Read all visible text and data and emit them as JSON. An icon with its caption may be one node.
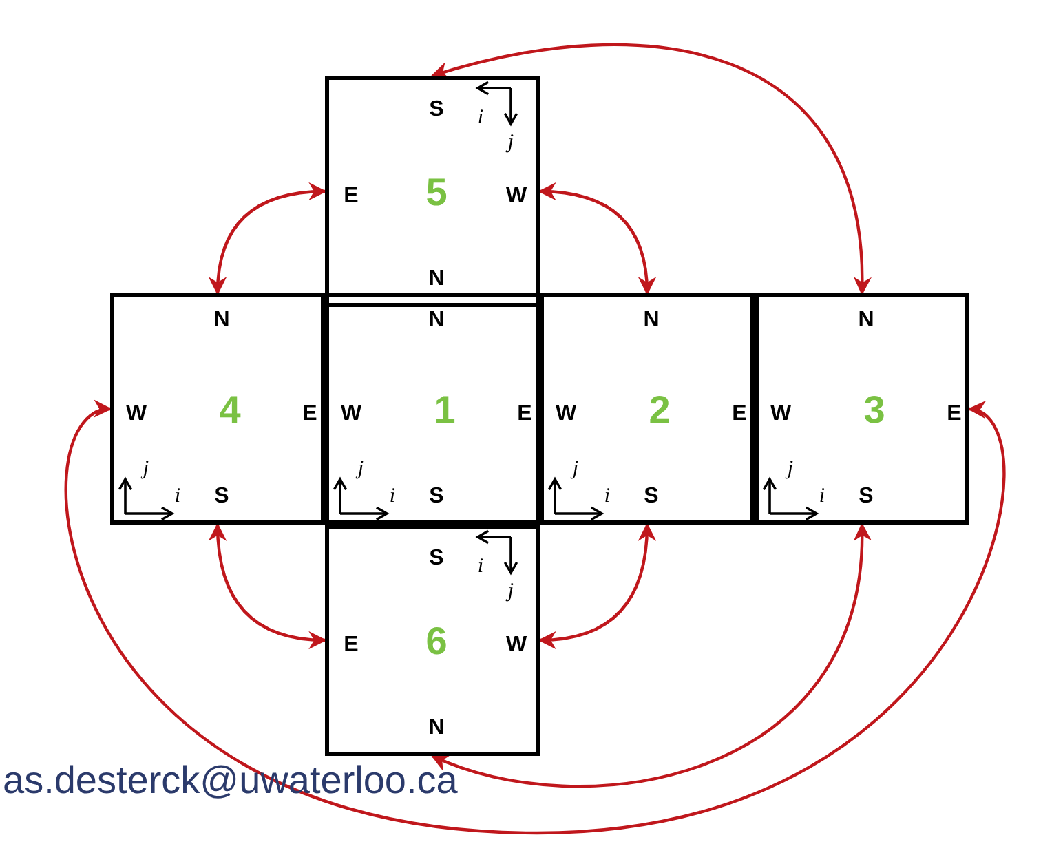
{
  "diagram": {
    "nodes": [
      {
        "text": [
          "S",
          "i",
          "j",
          "E",
          "5",
          "W",
          "N"
        ]
      },
      {
        "text": [
          "N",
          "W",
          "4",
          "E",
          "j",
          "i",
          "S"
        ]
      },
      {
        "text": [
          "N",
          "W",
          "1",
          "E",
          "j",
          "i",
          "S"
        ]
      },
      {
        "text": [
          "N",
          "W",
          "2",
          "E",
          "j",
          "i",
          "S"
        ]
      },
      {
        "text": [
          "N",
          "W",
          "3",
          "E",
          "j",
          "i",
          "S"
        ]
      },
      {
        "text": [
          "S",
          "i",
          "j",
          "E",
          "6",
          "W",
          "N"
        ]
      }
    ],
    "edges": [
      {
        "from": 0,
        "to": 1,
        "arrow": "both"
      },
      {
        "from": 0,
        "to": 3,
        "arrow": "both"
      },
      {
        "from": 0,
        "to": 4,
        "arrow": "both"
      },
      {
        "from": 1,
        "to": 5,
        "arrow": "both"
      },
      {
        "from": 3,
        "to": 5,
        "arrow": "both"
      },
      {
        "from": 4,
        "to": 5,
        "arrow": "both"
      },
      {
        "from": 1,
        "to": 4,
        "arrow": "both"
      }
    ],
    "labels": [
      "as.desterck@uwaterloo.ca"
    ]
  }
}
